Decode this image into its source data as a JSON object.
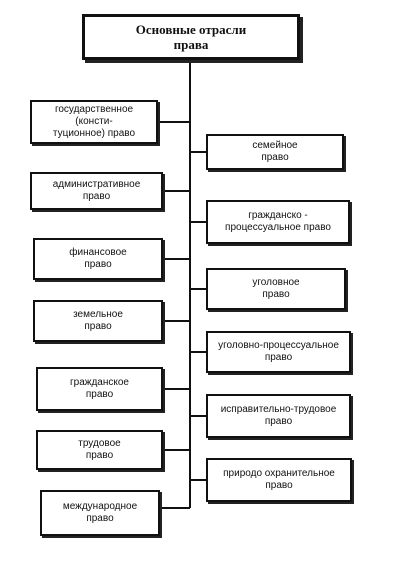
{
  "title": "Основные отрасли\nправа",
  "left_branches": [
    "государственное (консти-\nтуционное) право",
    "административное\nправо",
    "финансовое\nправо",
    "земельное\nправо",
    "гражданское\nправо",
    "трудовое\nправо",
    "международное\nправо"
  ],
  "right_branches": [
    "семейное\nправо",
    "гражданско -\nпроцессуальное право",
    "уголовное\nправо",
    "уголовно-процессуальное\nправо",
    "исправительно-трудовое\nправо",
    "природо охранительное\nправо"
  ],
  "colors": {
    "line": "#111111",
    "background": "#ffffff"
  }
}
